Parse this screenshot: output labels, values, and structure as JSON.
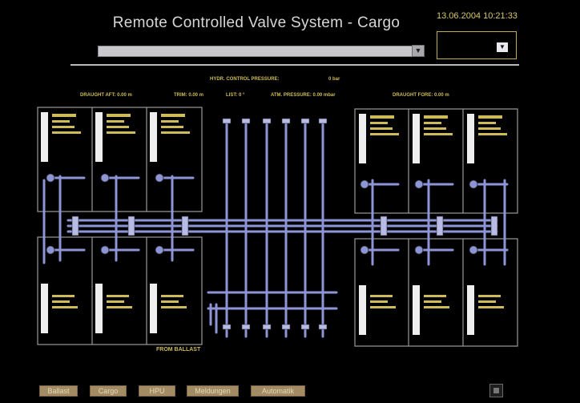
{
  "window": {
    "title": "Remote Controlled Valve System - Cargo",
    "datetime": "13.06.2004 10:21:33"
  },
  "selector": {
    "value": "",
    "button_glyph": "▼"
  },
  "status_line": {
    "hydr_label": "HYDR. CONTROL PRESSURE:",
    "hydr_value": "0 bar",
    "draught_aft": "DRAUGHT AFT: 0.00 m",
    "trim": "TRIM: 0.00 m",
    "list": "LIST: 0 °",
    "atm_pressure": "ATM. PRESSURE: 0.00 mbar",
    "draught_fore": "DRAUGHT FORE: 0.00 m"
  },
  "plant": {
    "from_ballast": "FROM BALLAST"
  },
  "menu": [
    {
      "label": "Ballast"
    },
    {
      "label": "Cargo"
    },
    {
      "label": "HPU"
    },
    {
      "label": "Meldungen"
    },
    {
      "label": "Automatik"
    }
  ],
  "colors": {
    "pipe": "#8e95d6",
    "label": "#cdbb5a",
    "panel_border": "#9a9a9a"
  }
}
